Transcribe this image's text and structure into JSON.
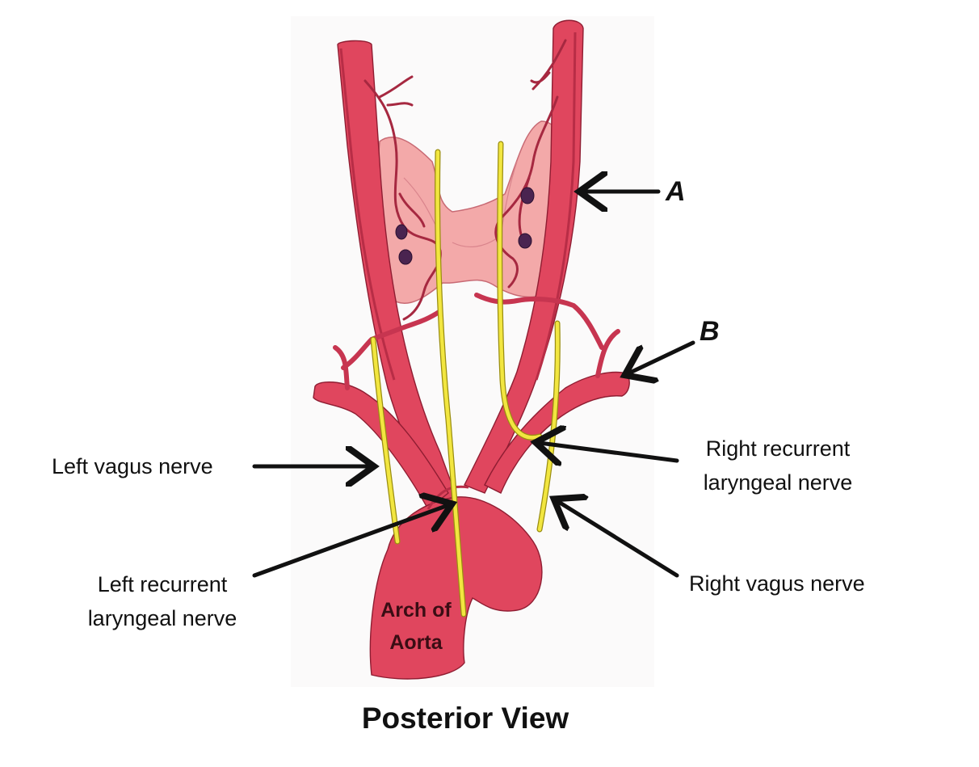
{
  "labels": {
    "a": "A",
    "b": "B",
    "right_recurrent_line1": "Right recurrent",
    "right_recurrent_line2": "laryngeal nerve",
    "left_vagus": "Left vagus nerve",
    "left_recurrent_line1": "Left recurrent",
    "left_recurrent_line2": "laryngeal nerve",
    "right_vagus": "Right vagus nerve",
    "aorta_line1": "Arch of",
    "aorta_line2": "Aorta"
  },
  "title": "Posterior View",
  "colors": {
    "artery": "#e0465e",
    "artery_shade": "#b82d46",
    "artery_outline": "#8f1d32",
    "thyroid": "#f2a5a5",
    "thyroid_outline": "#c86a74",
    "nerve": "#f2e640",
    "nerve_outline": "#9a8e10",
    "parathyroid": "#4a2450",
    "arrow": "#111111"
  }
}
